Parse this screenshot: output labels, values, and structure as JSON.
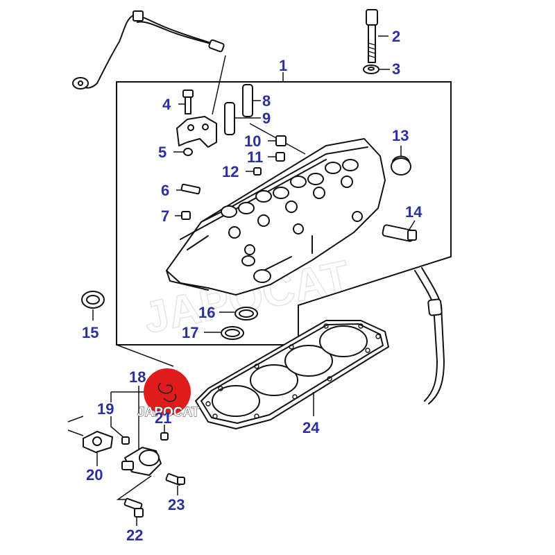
{
  "callouts": {
    "c1": "1",
    "c2": "2",
    "c3": "3",
    "c4": "4",
    "c5": "5",
    "c6": "6",
    "c7": "7",
    "c8": "8",
    "c9": "9",
    "c10": "10",
    "c11": "11",
    "c12": "12",
    "c13": "13",
    "c14": "14",
    "c15": "15",
    "c16": "16",
    "c17": "17",
    "c18": "18",
    "c19": "19",
    "c20": "20",
    "c21": "21",
    "c22": "22",
    "c23": "23",
    "c24": "24"
  },
  "watermark": {
    "text": "JAPOCAT"
  },
  "logo": {
    "text": "JAPOCAT",
    "color": "#e01b1b"
  },
  "colors": {
    "callout": "#2b2fa0",
    "line": "#111111"
  }
}
